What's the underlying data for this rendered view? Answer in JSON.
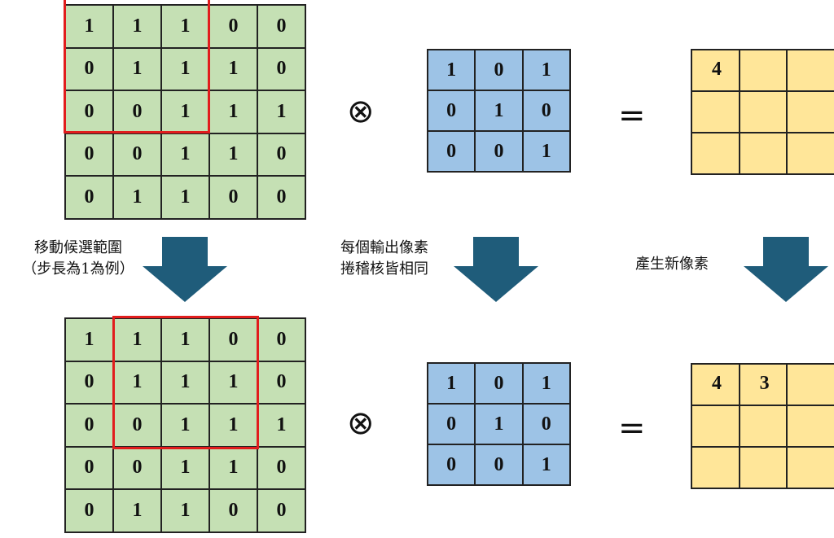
{
  "steps": [
    {
      "input": [
        [
          1,
          1,
          1,
          0,
          0
        ],
        [
          0,
          1,
          1,
          1,
          0
        ],
        [
          0,
          0,
          1,
          1,
          1
        ],
        [
          0,
          0,
          1,
          1,
          0
        ],
        [
          0,
          1,
          1,
          0,
          0
        ]
      ],
      "kernel": [
        [
          1,
          0,
          1
        ],
        [
          0,
          1,
          0
        ],
        [
          0,
          0,
          1
        ]
      ],
      "output": [
        [
          "4",
          "",
          ""
        ],
        [
          "",
          "",
          ""
        ],
        [
          "",
          "",
          ""
        ]
      ],
      "window_col": 0,
      "operator": "⊗",
      "equals": "="
    },
    {
      "input": [
        [
          1,
          1,
          1,
          0,
          0
        ],
        [
          0,
          1,
          1,
          1,
          0
        ],
        [
          0,
          0,
          1,
          1,
          1
        ],
        [
          0,
          0,
          1,
          1,
          0
        ],
        [
          0,
          1,
          1,
          0,
          0
        ]
      ],
      "kernel": [
        [
          1,
          0,
          1
        ],
        [
          0,
          1,
          0
        ],
        [
          0,
          0,
          1
        ]
      ],
      "output": [
        [
          "4",
          "3",
          ""
        ],
        [
          "",
          "",
          ""
        ],
        [
          "",
          "",
          ""
        ]
      ],
      "window_col": 1,
      "operator": "⊗",
      "equals": "="
    }
  ],
  "captions": {
    "move": {
      "line1": "移動候選範圍",
      "line2": "（步長為1為例）"
    },
    "kernel": {
      "line1": "每個輸出像素",
      "line2": "捲稽核皆相同"
    },
    "output": {
      "line1": "產生新像素"
    }
  },
  "colors": {
    "input": "#c5e0b4",
    "kernel": "#9dc3e6",
    "output": "#ffe699",
    "highlight": "#e11d1d",
    "arrow": "#1f5c7a"
  },
  "icons": {
    "arrow": "down-arrow-icon",
    "operator": "circled-times-icon"
  }
}
